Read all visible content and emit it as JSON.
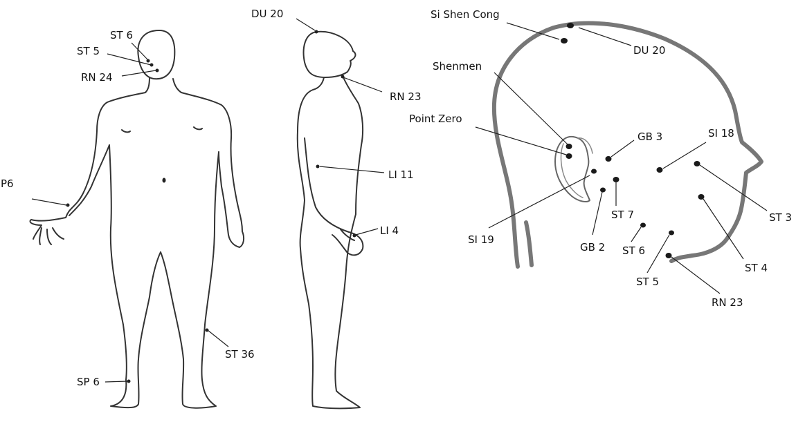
{
  "front_figure": {
    "points": [
      "ST 6",
      "ST 5",
      "RN 24",
      "P6",
      "ST 36",
      "SP 6"
    ]
  },
  "side_figure": {
    "points": [
      "DU 20",
      "RN 23",
      "LI 11",
      "LI 4"
    ]
  },
  "head_figure": {
    "points": [
      "Si Shen Cong",
      "DU 20",
      "Shenmen",
      "Point Zero",
      "GB 3",
      "SI 18",
      "ST 3",
      "SI 19",
      "GB 2",
      "ST 7",
      "ST 6",
      "ST 4",
      "ST 5",
      "RN 23"
    ]
  }
}
